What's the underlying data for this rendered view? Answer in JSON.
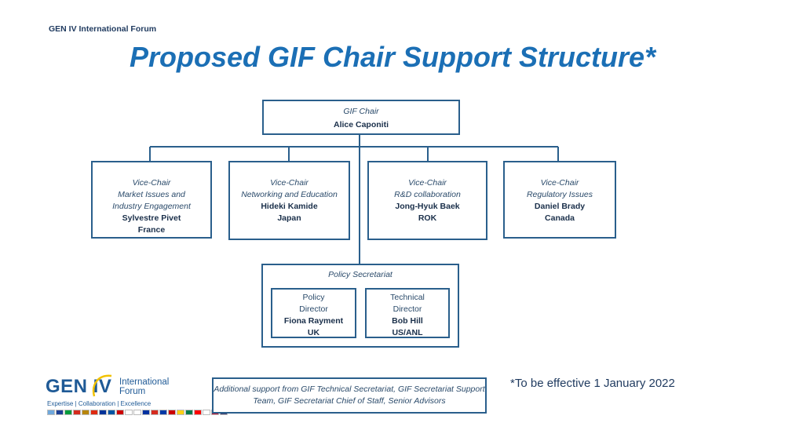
{
  "header": {
    "org": "GEN IV International Forum"
  },
  "title": "Proposed  GIF Chair Support Structure*",
  "chair": {
    "role": "GIF Chair",
    "name": "Alice Caponiti"
  },
  "vice_chairs": [
    {
      "role": "Vice-Chair",
      "area_lines": [
        "Market Issues and",
        "Industry Engagement"
      ],
      "name": "Sylvestre Pivet",
      "country": "France"
    },
    {
      "role": "Vice-Chair",
      "area_lines": [
        "Networking and Education"
      ],
      "name": "Hideki Kamide",
      "country": "Japan"
    },
    {
      "role": "Vice-Chair",
      "area_lines": [
        "R&D collaboration"
      ],
      "name": "Jong-Hyuk Baek",
      "country": "ROK"
    },
    {
      "role": "Vice-Chair",
      "area_lines": [
        "Regulatory Issues"
      ],
      "name": "Daniel Brady",
      "country": "Canada"
    }
  ],
  "secretariat": {
    "title": "Policy Secretariat",
    "directors": [
      {
        "role_lines": [
          "Policy",
          "Director"
        ],
        "name": "Fiona Rayment",
        "country": "UK"
      },
      {
        "role_lines": [
          "Technical",
          "Director"
        ],
        "name": "Bob Hill",
        "country": "US/ANL"
      }
    ]
  },
  "support_note": "Additional support from GIF Technical Secretariat, GIF Secretariat Support Team, GIF Secretariat Chief of Staff, Senior Advisors",
  "effective_note": "*To be effective 1 January 2022",
  "logo": {
    "gen": "GEN IV",
    "forum_line1": "International",
    "forum_line2": "Forum",
    "tagline": "Expertise | Collaboration | Excellence",
    "flag_colors": [
      "#6fa8dc",
      "#1c3f94",
      "#009c3b",
      "#d52b1e",
      "#b8860b",
      "#de2910",
      "#003399",
      "#0055a4",
      "#cc0000",
      "#ffffff",
      "#ffffff",
      "#0032a0",
      "#d52b1e",
      "#0039a6",
      "#cc0000",
      "#fcd116",
      "#007a4d",
      "#ff0000",
      "#ffffff",
      "#c8102e",
      "#3c3b6e"
    ],
    "colors": {
      "primary": "#1f5a96",
      "accent": "#f2c200"
    }
  },
  "colors": {
    "title": "#1b6fb5",
    "box_border": "#2a5f8c",
    "text": "#2a4a6a"
  }
}
